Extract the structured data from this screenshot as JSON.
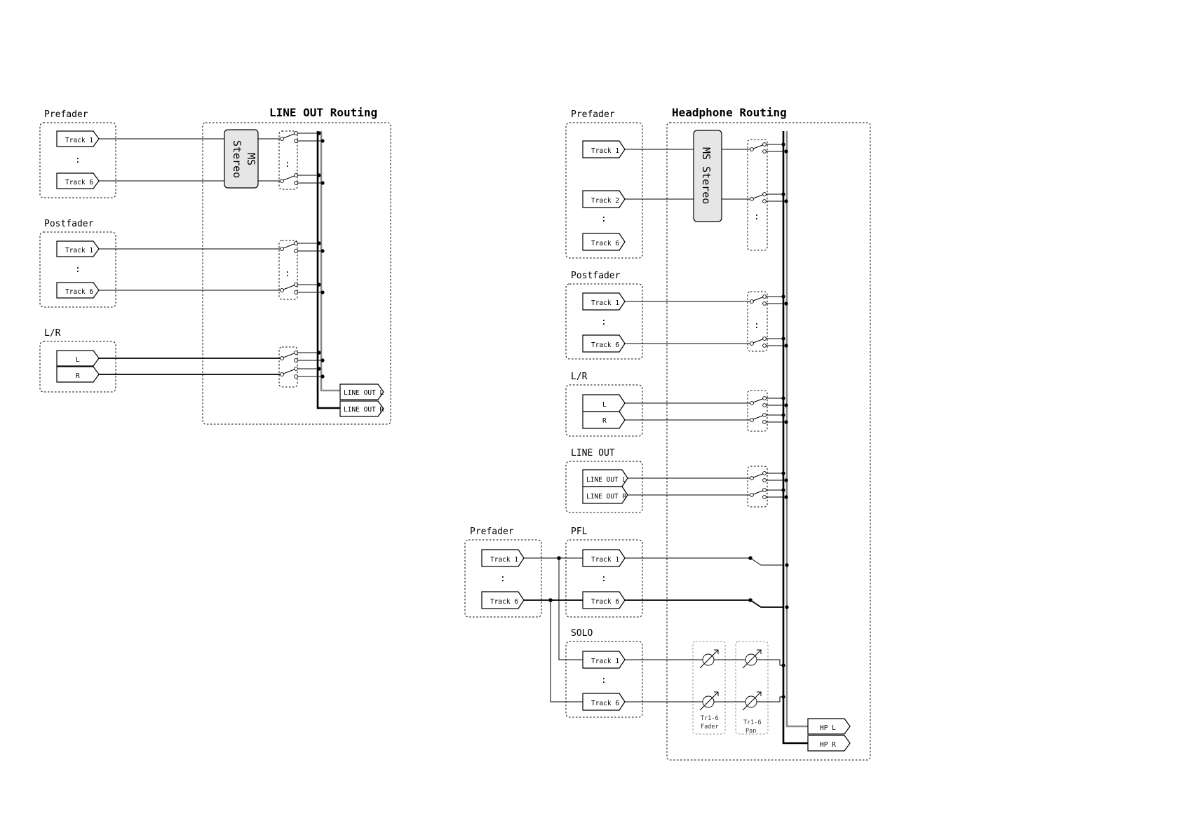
{
  "line_out_routing": {
    "title": "LINE OUT Routing",
    "groups": {
      "prefader": {
        "label": "Prefader",
        "ports": [
          "Track 1",
          "Track 6"
        ]
      },
      "postfader": {
        "label": "Postfader",
        "ports": [
          "Track 1",
          "Track 6"
        ]
      },
      "lr": {
        "label": "L/R",
        "ports": [
          "L",
          "R"
        ]
      }
    },
    "ms_stereo": [
      "MS",
      "Stereo"
    ],
    "outputs": [
      "LINE OUT L",
      "LINE OUT R"
    ]
  },
  "headphone_routing": {
    "title": "Headphone Routing",
    "groups": {
      "prefader": {
        "label": "Prefader",
        "ports": [
          "Track 1",
          "Track 2",
          "Track 6"
        ]
      },
      "postfader": {
        "label": "Postfader",
        "ports": [
          "Track 1",
          "Track 6"
        ]
      },
      "lr": {
        "label": "L/R",
        "ports": [
          "L",
          "R"
        ]
      },
      "line_out": {
        "label": "LINE OUT",
        "ports": [
          "LINE OUT L",
          "LINE OUT R"
        ]
      },
      "pfl": {
        "label": "PFL",
        "ports": [
          "Track 1",
          "Track 6"
        ]
      },
      "solo": {
        "label": "SOLO",
        "ports": [
          "Track 1",
          "Track 6"
        ]
      },
      "ext_prefader": {
        "label": "Prefader",
        "ports": [
          "Track 1",
          "Track 6"
        ]
      }
    },
    "ms_stereo": "MS Stereo",
    "knobs": {
      "fader": [
        "Tr1-6",
        "Fader"
      ],
      "pan": [
        "Tr1-6",
        "Pan"
      ]
    },
    "outputs": [
      "HP L",
      "HP R"
    ]
  },
  "ellipsis": ":",
  "colors": {
    "line": "#000000",
    "bus_alt": "#8a8a8a",
    "ms_fill": "#e6e6e6"
  }
}
